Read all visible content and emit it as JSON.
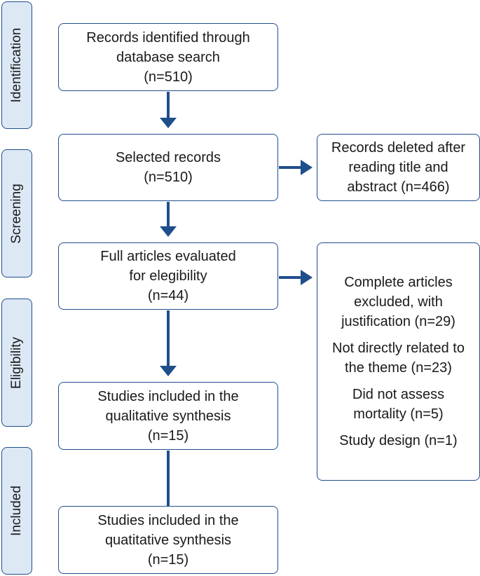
{
  "phases": [
    {
      "id": "identification",
      "label": "Identification"
    },
    {
      "id": "screening",
      "label": "Screening"
    },
    {
      "id": "eligibility",
      "label": "Eligibility"
    },
    {
      "id": "included",
      "label": "Included"
    }
  ],
  "boxes": {
    "records_identified": {
      "lines": [
        "Records identified through",
        "database search",
        "(n=510)"
      ]
    },
    "selected_records": {
      "lines": [
        "Selected records",
        "(n=510)"
      ]
    },
    "records_deleted": {
      "lines": [
        "Records deleted after",
        "reading title and",
        "abstract (n=466)"
      ]
    },
    "full_articles": {
      "lines": [
        "Full articles evaluated",
        "for elegibility",
        "(n=44)"
      ]
    },
    "excluded": {
      "groups": [
        [
          "Complete articles",
          "excluded, with",
          "justification (n=29)"
        ],
        [
          "Not directly related to",
          "the theme (n=23)"
        ],
        [
          "Did not assess",
          "mortality (n=5)"
        ],
        [
          "Study design (n=1)"
        ]
      ]
    },
    "qualitative": {
      "lines": [
        "Studies included in the",
        "qualitative synthesis",
        "(n=15)"
      ]
    },
    "quantitative": {
      "lines": [
        "Studies included in the",
        "quatitative synthesis",
        "(n=15)"
      ]
    }
  },
  "colors": {
    "arrow": "#1f4e8c",
    "border": "#1f4e8c",
    "phase_fill": "#dde8f5"
  }
}
